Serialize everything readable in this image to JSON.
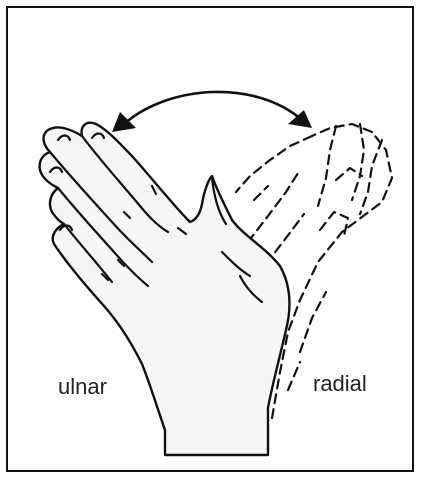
{
  "labels": {
    "ulnar": "ulnar",
    "radial": "radial"
  },
  "colors": {
    "stroke": "#111111",
    "hand_fill": "#f6f6f4",
    "text": "#222222",
    "border": "#111111"
  },
  "icons": {
    "arrow": "double-headed-curved-arrow"
  }
}
